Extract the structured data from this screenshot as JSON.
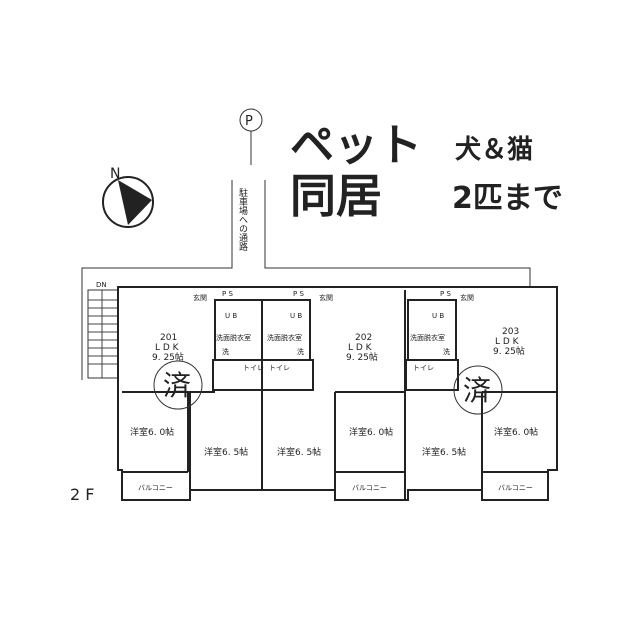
{
  "headline": {
    "line1": "ペット",
    "line1_small": "犬＆猫",
    "line2": "同居",
    "line2_small": "2匹まで"
  },
  "compass": {
    "north_label": "N"
  },
  "parking": {
    "symbol": "P",
    "path_label": "駐車場への通路"
  },
  "floor_label": "2 F",
  "stairs_label": "DN",
  "units": [
    {
      "number": "201",
      "ldk": "L D K",
      "ldk_size": "9. 25帖",
      "stamp": "済",
      "bedroom_a": "洋室6. 0帖",
      "bedroom_b": "洋室6. 5帖",
      "balcony": "バルコニー"
    },
    {
      "number": "202",
      "ldk": "L D K",
      "ldk_size": "9. 25帖",
      "bedroom_a": "洋室6. 0帖",
      "bedroom_b": "洋室6. 5帖",
      "balcony": "バルコニー"
    },
    {
      "number": "203",
      "ldk": "L D K",
      "ldk_size": "9. 25帖",
      "stamp": "済",
      "bedroom_a": "洋室6. 0帖",
      "bedroom_b": "洋室6. 5帖",
      "balcony": "バルコニー"
    }
  ],
  "fixtures": {
    "entrance": "玄関",
    "ps": "P S",
    "ub": "U B",
    "washroom": "洗面脱衣室",
    "toilet": "トイレ",
    "washer": "洗"
  }
}
